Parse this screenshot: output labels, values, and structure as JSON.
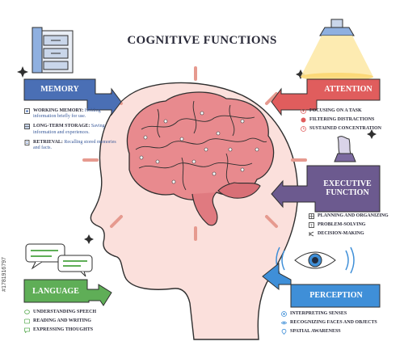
{
  "title": "COGNITIVE FUNCTIONS",
  "colors": {
    "memory": "#4a6fb5",
    "attention": "#e05d5d",
    "executive": "#6c5a8f",
    "language": "#5fae57",
    "perception": "#3f8fd8",
    "brain": "#e88a8e",
    "head": "#fbe0dc"
  },
  "memory": {
    "label": "MEMORY",
    "items": [
      {
        "bold": "WORKING MEMORY:",
        "text": "Holding information briefly for use.",
        "icon": "brain-chip-icon"
      },
      {
        "bold": "LONG-TERM STORAGE:",
        "text": "Saving information and experiences.",
        "icon": "storage-icon"
      },
      {
        "bold": "RETRIEVAL:",
        "text": "Recalling stored memories and facts.",
        "icon": "document-icon"
      }
    ]
  },
  "attention": {
    "label": "ATTENTION",
    "items": [
      {
        "text": "FOCUSING ON A TASK",
        "icon": "target-icon"
      },
      {
        "text": "FILTERING DISTRACTIONS",
        "icon": "filter-icon"
      },
      {
        "text": "SUSTAINED CONCENTRATION",
        "icon": "clock-icon"
      }
    ]
  },
  "executive": {
    "label_line1": "EXECUTIVE",
    "label_line2": "FUNCTION",
    "items": [
      {
        "text": "PLANNING AND ORGANIZING",
        "icon": "grid-icon"
      },
      {
        "text": "PROBLEM-SOLVING",
        "icon": "question-icon"
      },
      {
        "text": "DECISION-MAKING",
        "icon": "branch-icon"
      }
    ]
  },
  "language": {
    "label": "LANGUAGE",
    "items": [
      {
        "text": "UNDERSTANDING SPEECH",
        "icon": "speech-icon"
      },
      {
        "text": "READING AND WRITING",
        "icon": "abc-icon"
      },
      {
        "text": "EXPRESSING THOUGHTS",
        "icon": "chat-icon"
      }
    ]
  },
  "perception": {
    "label": "PERCEPTION",
    "items": [
      {
        "text": "INTERPRETING SENSES",
        "icon": "sense-icon"
      },
      {
        "text": "RECOGNIZING FACES AND OBJECTS",
        "icon": "eye-icon"
      },
      {
        "text": "SPATIAL AWARENESS",
        "icon": "location-icon"
      }
    ]
  },
  "watermark": "#1781916797"
}
